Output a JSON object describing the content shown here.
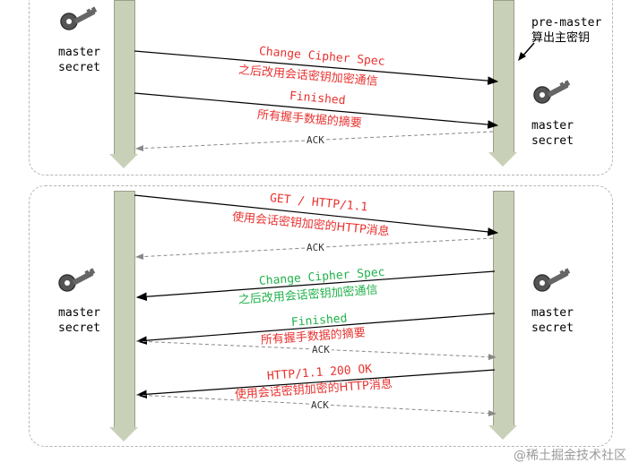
{
  "top": {
    "left_key": {
      "line1": "master",
      "line2": "secret"
    },
    "right_header": {
      "line1": "pre-master",
      "line2": "算出主密钥"
    },
    "right_key": {
      "line1": "master",
      "line2": "secret"
    },
    "msg1": {
      "line1": "Change Cipher Spec",
      "line2": "之后改用会话密钥加密通信"
    },
    "msg2": {
      "line1": "Finished",
      "line2": "所有握手数据的摘要"
    },
    "ack": "ACK"
  },
  "bottom": {
    "left_key": {
      "line1": "master",
      "line2": "secret"
    },
    "right_key": {
      "line1": "master",
      "line2": "secret"
    },
    "msg1": {
      "line1": "GET / HTTP/1.1",
      "line2": "使用会话密钥加密的HTTP消息"
    },
    "ack1": "ACK",
    "msg2": {
      "line1": "Change Cipher Spec",
      "line2": "之后改用会话密钥加密通信"
    },
    "msg3": {
      "line1": "Finished",
      "line2": "所有握手数据的摘要"
    },
    "ack2": "ACK",
    "msg4": {
      "line1": "HTTP/1.1 200 OK",
      "line2": "使用会话密钥加密的HTTP消息"
    },
    "ack3": "ACK"
  },
  "watermark": "@稀土掘金技术社区",
  "colors": {
    "red": "#e8322f",
    "green": "#22b24c",
    "lifeline": "#c9d0b8"
  }
}
